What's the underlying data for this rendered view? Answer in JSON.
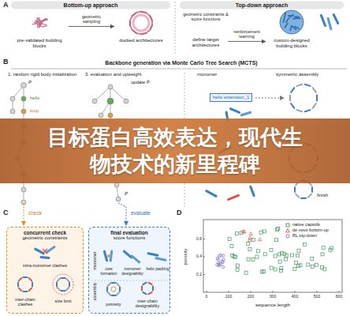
{
  "diagram": {
    "title": "目标蛋白高效表达，现代生物技术的新里程碑",
    "nodes": [
      {
        "text": [
          "pre-validated building blocks"
        ]
      },
      {
        "text": [
          "docked architectures"
        ]
      },
      {
        "text": [
          "define target architectures"
        ]
      },
      {
        "text": [
          "custom-designed building blocks"
        ]
      },
      {
        "text": [
          "helix extension_1"
        ]
      },
      {
        "text": [
          "concurrent check",
          "geometric constraints"
        ]
      },
      {
        "text": [
          "final evaluation",
          "score functions"
        ]
      }
    ],
    "edges": [
      {
        "from": 0,
        "to": 1,
        "label": "geometric sampling",
        "arrow": "to"
      },
      {
        "from": 2,
        "to": 3,
        "label": "reinforcement learning",
        "arrow": "to"
      }
    ],
    "labels": [
      "A",
      "Bottom-up approach",
      "Top-down approach",
      "geometric constraints & score functions",
      "B",
      "Backbone generation via Monte Carlo Tree Search (MCTS)",
      "1. random rigid body initialization",
      "3. evaluation and upweight",
      "monomer",
      "symmetric assembly",
      "P",
      "helix",
      "loop",
      "update P",
      "P",
      "finish",
      "C",
      "check",
      "evaluate",
      "intra-monomer clashes",
      "inter-chain clashes",
      "size limit",
      "monomer",
      "assembly",
      "core formation",
      "monomer designability",
      "helix packing",
      "porosity",
      "inter-chain designability",
      "D",
      "porosity",
      "sequence length",
      "0",
      "100",
      "200",
      "300",
      "400",
      "500",
      "600",
      "0.2",
      "0.4",
      "0.6"
    ],
    "legend": [
      {
        "text": "native capsids",
        "color": "#3c9a5f"
      },
      {
        "text": "de novo bottom-up",
        "color": "#d9534f"
      },
      {
        "text": "RL top-down",
        "color": "#7a6cc8"
      }
    ]
  }
}
